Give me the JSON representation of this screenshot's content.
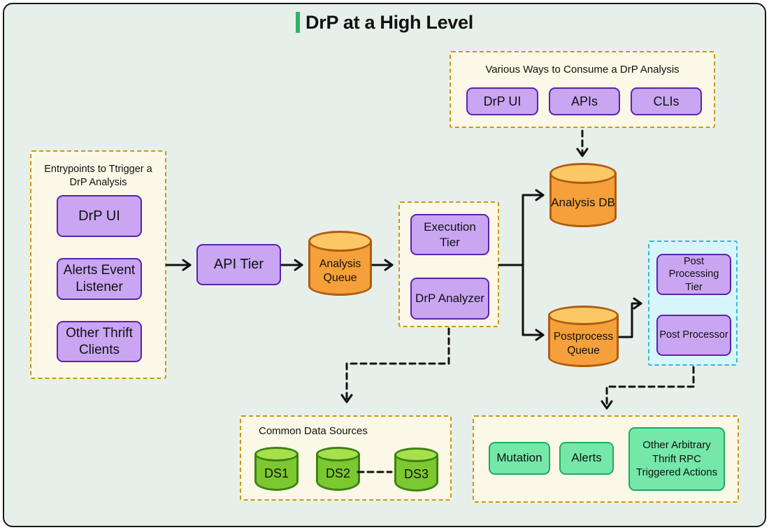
{
  "title": {
    "text": "DrP at a High Level"
  },
  "consume_group": {
    "label": "Various Ways to Consume a DrP Analysis",
    "items": [
      "DrP UI",
      "APIs",
      "CLIs"
    ]
  },
  "entrypoints_group": {
    "label": "Entrypoints to Ttrigger a DrP Analysis",
    "items": [
      "DrP UI",
      "Alerts Event Listener",
      "Other Thrift Clients"
    ]
  },
  "pipeline": {
    "api_tier": "API Tier",
    "analysis_queue": "Analysis Queue",
    "execution_group": {
      "execution_tier": "Execution Tier",
      "drp_analyzer": "DrP Analyzer"
    },
    "analysis_db": "Analysis DB",
    "postprocess_queue": "Postprocess Queue"
  },
  "postprocessing_group": {
    "post_processing_tier": "Post Processing Tier",
    "post_processor": "Post Processor"
  },
  "data_sources_group": {
    "label": "Common Data Sources",
    "items": [
      "DS1",
      "DS2",
      "DS3"
    ]
  },
  "actions_group": {
    "items": [
      "Mutation",
      "Alerts",
      "Other Arbitrary Thrift RPC Triggered Actions"
    ]
  },
  "colors": {
    "canvas_bg": "#e7efeb",
    "panel_bg": "#fbf8e7",
    "panel_border": "#c8990e",
    "purple_fill": "#c9a5f2",
    "purple_border": "#5b21b0",
    "orange_body": "#f5a03a",
    "orange_top": "#fcc765",
    "orange_border": "#b05c10",
    "green_cyl_body": "#7cc831",
    "green_cyl_top": "#a6e14d",
    "green_cyl_border": "#3c830f",
    "cyan_panel_bg": "#d6f6fc",
    "cyan_panel_border": "#28bcd4",
    "mint_fill": "#75e8a9",
    "mint_border": "#1cab62",
    "title_accent": "#2eb26b",
    "arrow": "#111111"
  }
}
